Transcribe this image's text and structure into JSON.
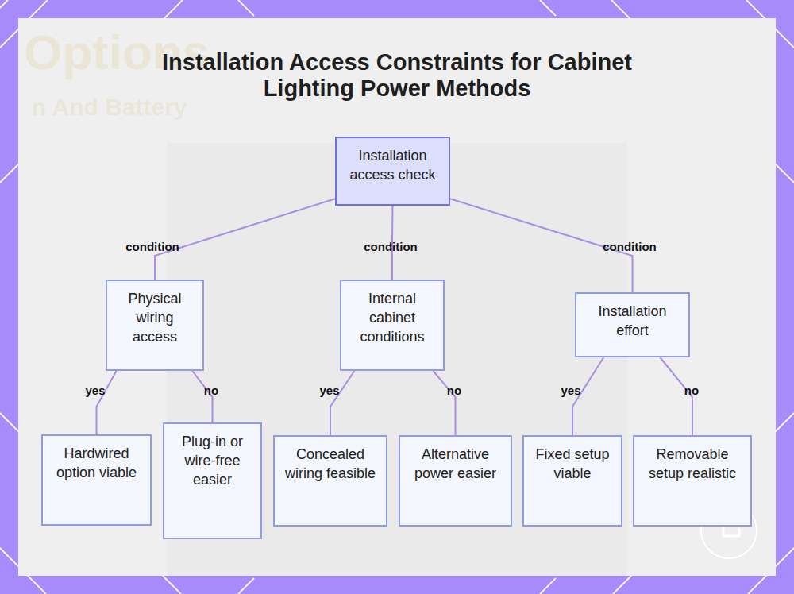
{
  "diagram": {
    "title": "Installation Access Constraints for Cabinet Lighting Power Methods",
    "nodes": [
      {
        "text": [
          "Installation access check"
        ]
      },
      {
        "text": [
          "Physical wiring access"
        ]
      },
      {
        "text": [
          "Internal cabinet conditions"
        ]
      },
      {
        "text": [
          "Installation effort"
        ]
      },
      {
        "text": [
          "Hardwired option viable"
        ]
      },
      {
        "text": [
          "Plug-in or wire-free easier"
        ]
      },
      {
        "text": [
          "Concealed wiring feasible"
        ]
      },
      {
        "text": [
          "Alternative power easier"
        ]
      },
      {
        "text": [
          "Fixed setup viable"
        ]
      },
      {
        "text": [
          "Removable setup realistic"
        ]
      }
    ],
    "edges": [
      {
        "from": 0,
        "to": 1,
        "arrow": "none",
        "label": "condition"
      },
      {
        "from": 0,
        "to": 2,
        "arrow": "none",
        "label": "condition"
      },
      {
        "from": 0,
        "to": 3,
        "arrow": "none",
        "label": "condition"
      },
      {
        "from": 1,
        "to": 4,
        "arrow": "none",
        "label": "yes"
      },
      {
        "from": 1,
        "to": 5,
        "arrow": "none",
        "label": "no"
      },
      {
        "from": 2,
        "to": 6,
        "arrow": "none",
        "label": "yes"
      },
      {
        "from": 2,
        "to": 7,
        "arrow": "none",
        "label": "no"
      },
      {
        "from": 3,
        "to": 8,
        "arrow": "none",
        "label": "yes"
      },
      {
        "from": 3,
        "to": 9,
        "arrow": "none",
        "label": "no"
      }
    ],
    "labels": [
      "Options",
      "n And Battery"
    ]
  }
}
